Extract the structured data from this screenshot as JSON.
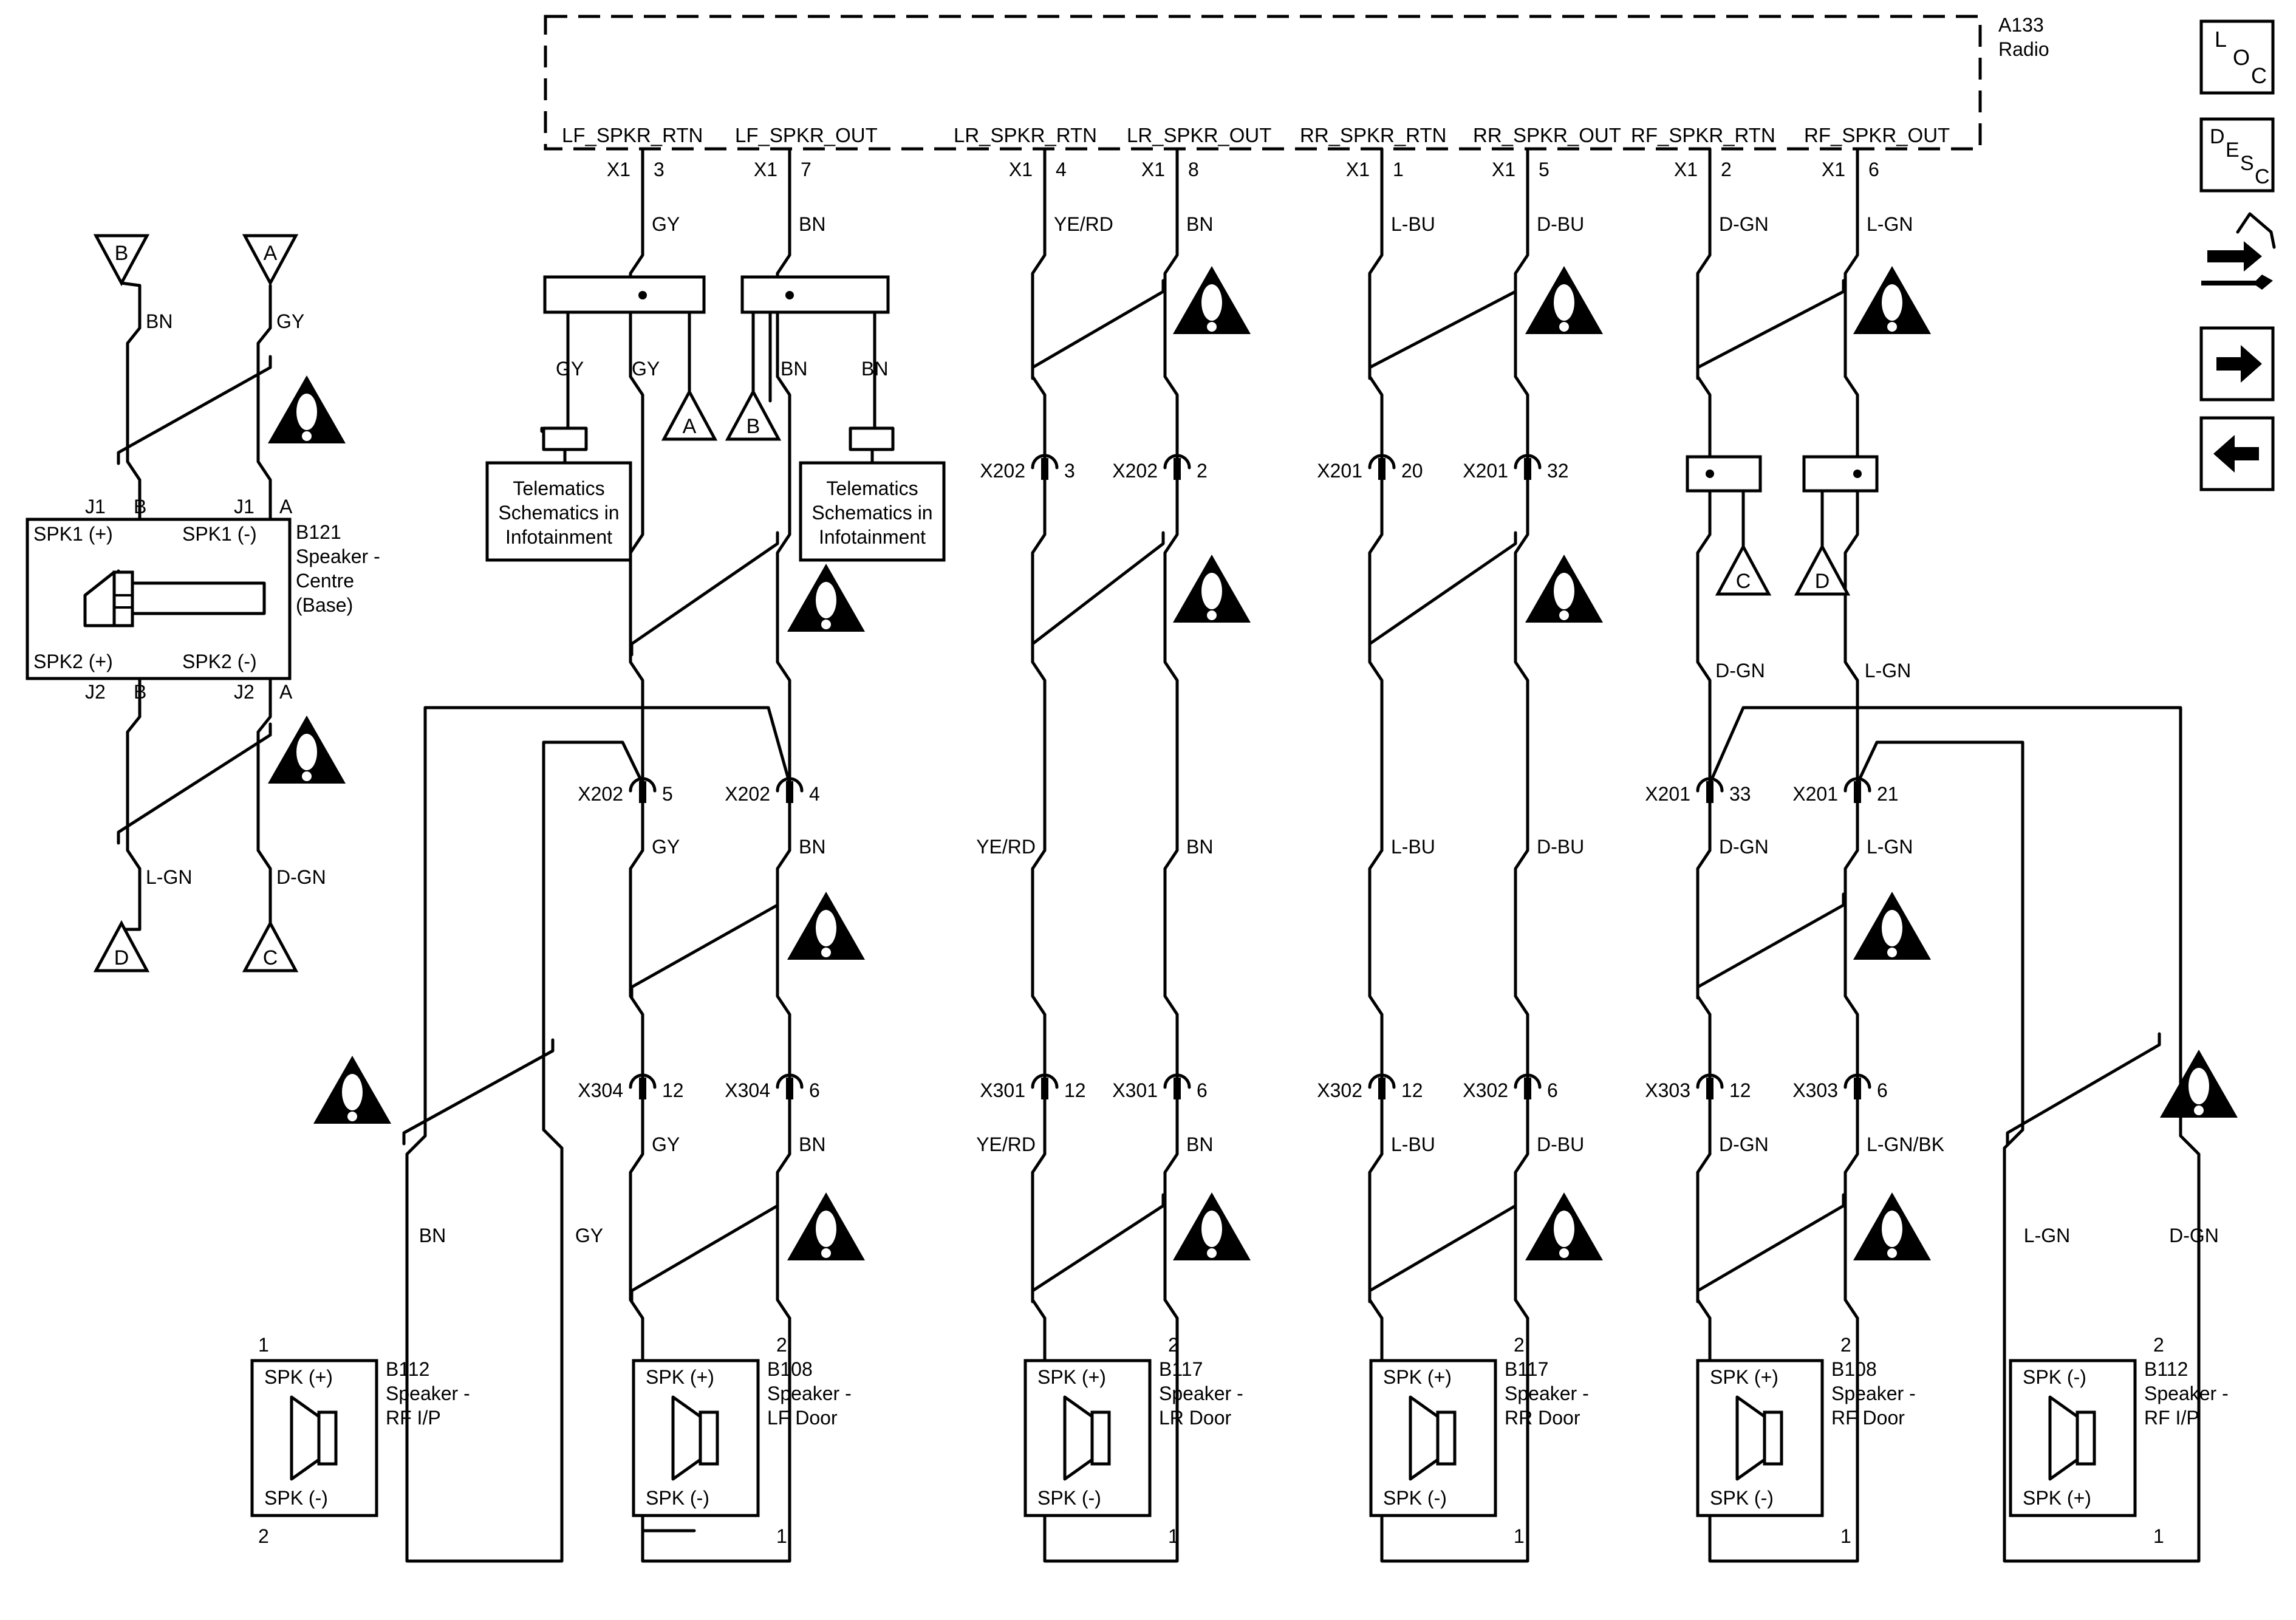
{
  "radio": {
    "ref": "A133",
    "name": "Radio",
    "pins": [
      {
        "signal": "LF_SPKR_RTN",
        "conn": "X1",
        "pin": "3"
      },
      {
        "signal": "LF_SPKR_OUT",
        "conn": "X1",
        "pin": "7"
      },
      {
        "signal": "LR_SPKR_RTN",
        "conn": "X1",
        "pin": "4"
      },
      {
        "signal": "LR_SPKR_OUT",
        "conn": "X1",
        "pin": "8"
      },
      {
        "signal": "RR_SPKR_RTN",
        "conn": "X1",
        "pin": "1"
      },
      {
        "signal": "RR_SPKR_OUT",
        "conn": "X1",
        "pin": "5"
      },
      {
        "signal": "RF_SPKR_RTN",
        "conn": "X1",
        "pin": "2"
      },
      {
        "signal": "RF_SPKR_OUT",
        "conn": "X1",
        "pin": "6"
      }
    ]
  },
  "wire_colors": {
    "top": [
      "GY",
      "BN",
      "YE/RD",
      "BN",
      "L-BU",
      "D-BU",
      "D-GN",
      "L-GN"
    ],
    "middle": [
      "GY",
      "BN",
      "YE/RD",
      "BN",
      "L-BU",
      "D-BU",
      "D-GN",
      "L-GN"
    ],
    "lower": [
      "GY",
      "BN",
      "YE/RD",
      "BN",
      "L-BU",
      "D-BU",
      "D-GN",
      "L-GN/BK"
    ],
    "splice_branches": [
      "GY",
      "GY",
      "BN",
      "BN"
    ],
    "rf_branches": [
      "D-GN",
      "L-GN"
    ],
    "rf_ip_left": [
      "BN",
      "GY"
    ],
    "rf_ip_right": [
      "L-GN",
      "D-GN"
    ]
  },
  "splice_refs": [
    "A",
    "B",
    "C",
    "D"
  ],
  "connectors_upper": [
    {
      "conn": "X202",
      "pin": "3"
    },
    {
      "conn": "X202",
      "pin": "2"
    },
    {
      "conn": "X201",
      "pin": "20"
    },
    {
      "conn": "X201",
      "pin": "32"
    }
  ],
  "connectors_mid": [
    {
      "conn": "X202",
      "pin": "5"
    },
    {
      "conn": "X202",
      "pin": "4"
    },
    {
      "conn": "X201",
      "pin": "33"
    },
    {
      "conn": "X201",
      "pin": "21"
    }
  ],
  "connectors_lower": [
    {
      "conn": "X304",
      "pin": "12"
    },
    {
      "conn": "X304",
      "pin": "6"
    },
    {
      "conn": "X301",
      "pin": "12"
    },
    {
      "conn": "X301",
      "pin": "6"
    },
    {
      "conn": "X302",
      "pin": "12"
    },
    {
      "conn": "X302",
      "pin": "6"
    },
    {
      "conn": "X303",
      "pin": "12"
    },
    {
      "conn": "X303",
      "pin": "6"
    }
  ],
  "telematics": [
    "Telematics",
    "Schematics in",
    "Infotainment"
  ],
  "centre_speaker": {
    "ref": "B121",
    "name_lines": [
      "Speaker -",
      "Centre",
      "(Base)"
    ],
    "spk1_pos": "SPK1 (+)",
    "spk1_neg": "SPK1 (-)",
    "spk2_pos": "SPK2 (+)",
    "spk2_neg": "SPK2 (-)",
    "j1": "J1",
    "j2": "J2",
    "pin_b": "B",
    "pin_a": "A",
    "wire_top_left": "BN",
    "wire_top_right": "GY",
    "wire_bot_left": "L-GN",
    "wire_bot_right": "D-GN",
    "ref_top_left": "B",
    "ref_top_right": "A",
    "ref_bot_left": "D",
    "ref_bot_right": "C"
  },
  "speakers": [
    {
      "ref": "B112",
      "name_lines": [
        "Speaker -",
        "RF I/P"
      ],
      "top_label": "SPK (+)",
      "bottom_label": "SPK (-)",
      "pin_top": "1",
      "pin_bottom": "2"
    },
    {
      "ref": "B108",
      "name_lines": [
        "Speaker -",
        "LF Door"
      ],
      "top_label": "SPK (+)",
      "bottom_label": "SPK (-)",
      "pin_top": "2",
      "pin_bottom": "1"
    },
    {
      "ref": "B117",
      "name_lines": [
        "Speaker -",
        "LR Door"
      ],
      "top_label": "SPK (+)",
      "bottom_label": "SPK (-)",
      "pin_top": "2",
      "pin_bottom": "1"
    },
    {
      "ref": "B117",
      "name_lines": [
        "Speaker -",
        "RR Door"
      ],
      "top_label": "SPK (+)",
      "bottom_label": "SPK (-)",
      "pin_top": "2",
      "pin_bottom": "1"
    },
    {
      "ref": "B108",
      "name_lines": [
        "Speaker -",
        "RF Door"
      ],
      "top_label": "SPK (+)",
      "bottom_label": "SPK (-)",
      "pin_top": "2",
      "pin_bottom": "1"
    },
    {
      "ref": "B112",
      "name_lines": [
        "Speaker -",
        "RF I/P"
      ],
      "top_label": "SPK (-)",
      "bottom_label": "SPK (+)",
      "pin_top": "2",
      "pin_bottom": "1"
    }
  ],
  "side_icons": [
    {
      "icon": "loc-icon",
      "letters": [
        "L",
        "O",
        "C"
      ]
    },
    {
      "icon": "desc-icon",
      "letters": [
        "D",
        "E",
        "S",
        "C"
      ]
    },
    {
      "icon": "diagnostic-connector-icon"
    },
    {
      "icon": "arrow-right-icon"
    },
    {
      "icon": "arrow-left-icon"
    }
  ]
}
